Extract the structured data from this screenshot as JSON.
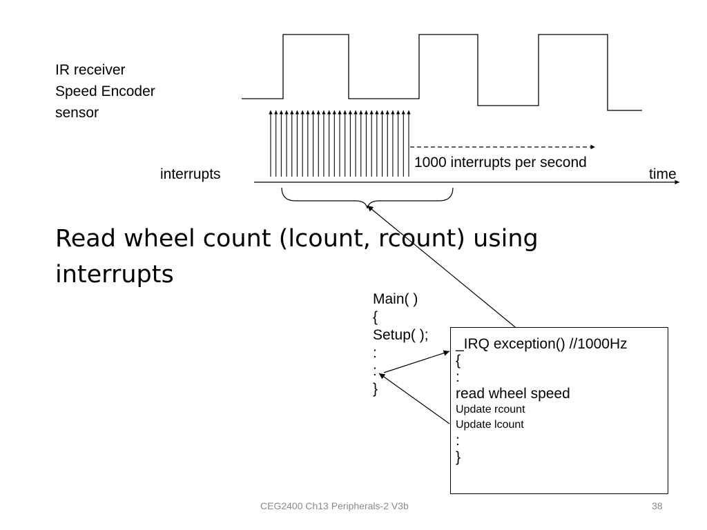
{
  "sensor_label": [
    "IR receiver",
    "Speed Encoder",
    "sensor"
  ],
  "interrupts_label": "interrupts",
  "rate_label": "1000 interrupts per second",
  "time_label": "time",
  "title": [
    "Read  wheel count (lcount, rcount) using",
    "interrupts"
  ],
  "main_code": [
    "Main(  )",
    "{",
    "Setup( );",
    ":",
    ":",
    "}"
  ],
  "irq_code": {
    "header": "_IRQ exception() //1000Hz",
    "open": "{",
    "colon1": ":",
    "read": "read wheel speed",
    "update_r": "Update rcount",
    "update_l": "Update lcount",
    "colon2": ":",
    "close": "}"
  },
  "footer": "CEG2400 Ch13 Peripherals-2   V3b",
  "page_number": "38",
  "interrupt_pulse_count": 27,
  "colors": {
    "stroke": "#000000",
    "footer": "#8a8a8a",
    "background": "#ffffff"
  }
}
